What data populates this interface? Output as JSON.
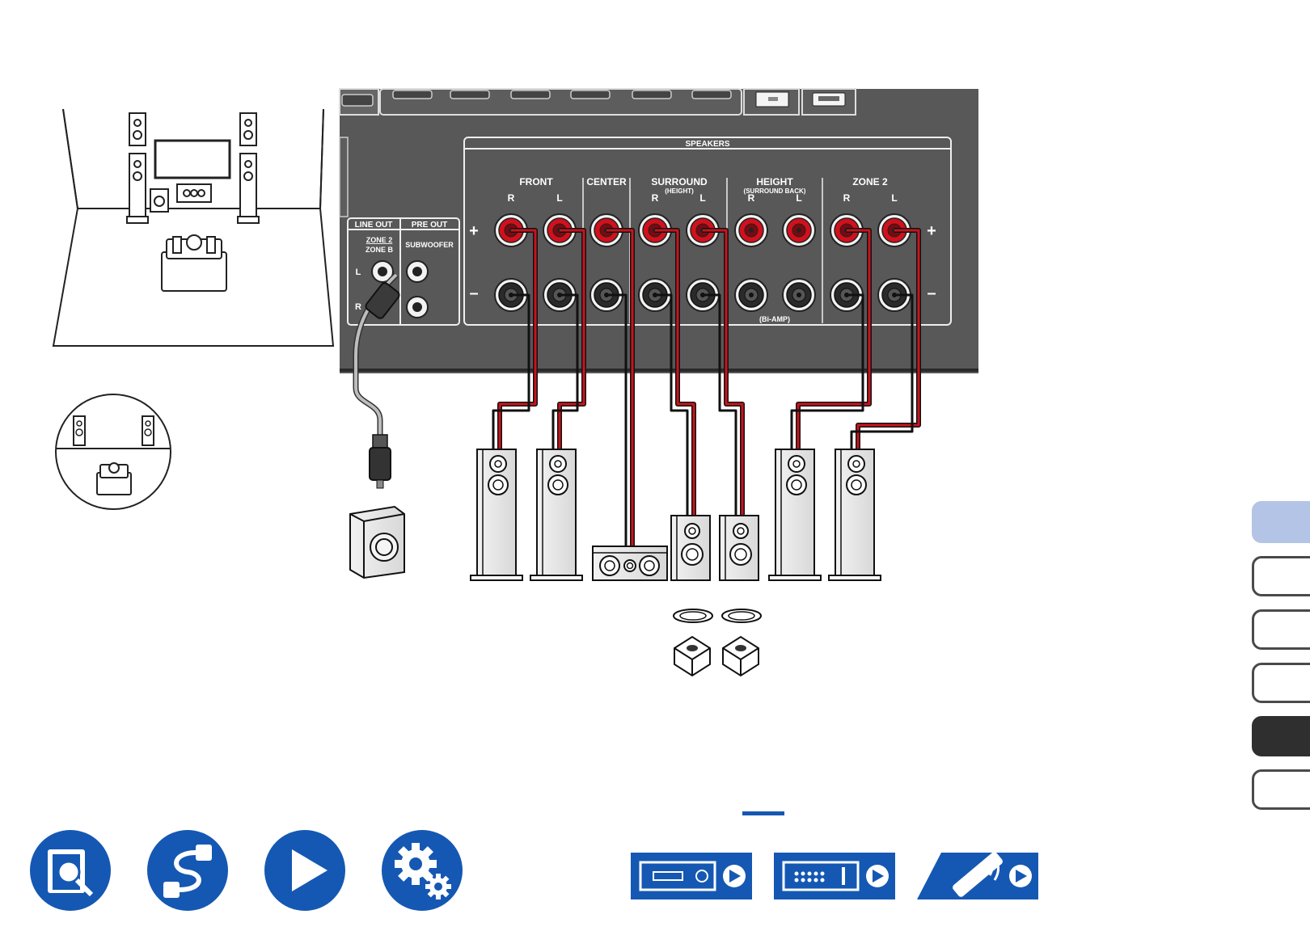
{
  "panel": {
    "speakers_title": "SPEAKERS",
    "line_out": "LINE OUT",
    "pre_out": "PRE OUT",
    "zone2": "ZONE 2",
    "zoneb": "ZONE B",
    "subwoofer": "SUBWOOFER",
    "l": "L",
    "r": "R",
    "groups": [
      {
        "title": "FRONT",
        "sub": ""
      },
      {
        "title": "CENTER",
        "sub": ""
      },
      {
        "title": "SURROUND",
        "sub": "(HEIGHT)"
      },
      {
        "title": "HEIGHT",
        "sub": "(SURROUND BACK)"
      },
      {
        "title": "ZONE 2",
        "sub": ""
      }
    ],
    "channel_labels": [
      "R",
      "L",
      "R",
      "L",
      "R",
      "L",
      "R",
      "L"
    ],
    "plus": "+",
    "minus": "–",
    "biamp": "(Bi-AMP)"
  },
  "colors": {
    "panel": "#585858",
    "accent_blue": "#1558b3",
    "wire_red": "#c8141e",
    "tab_active": "#b4c4e6",
    "tab_dark": "#2f2f2f"
  },
  "nav_icons": [
    "manual-search-icon",
    "cable-connection-icon",
    "play-icon",
    "settings-gears-icon"
  ],
  "bottom_buttons": [
    "front-panel-icon",
    "rear-panel-icon",
    "remote-control-icon"
  ],
  "side_tabs": {
    "count": 6,
    "active_index": 0,
    "dark_index": 4
  }
}
